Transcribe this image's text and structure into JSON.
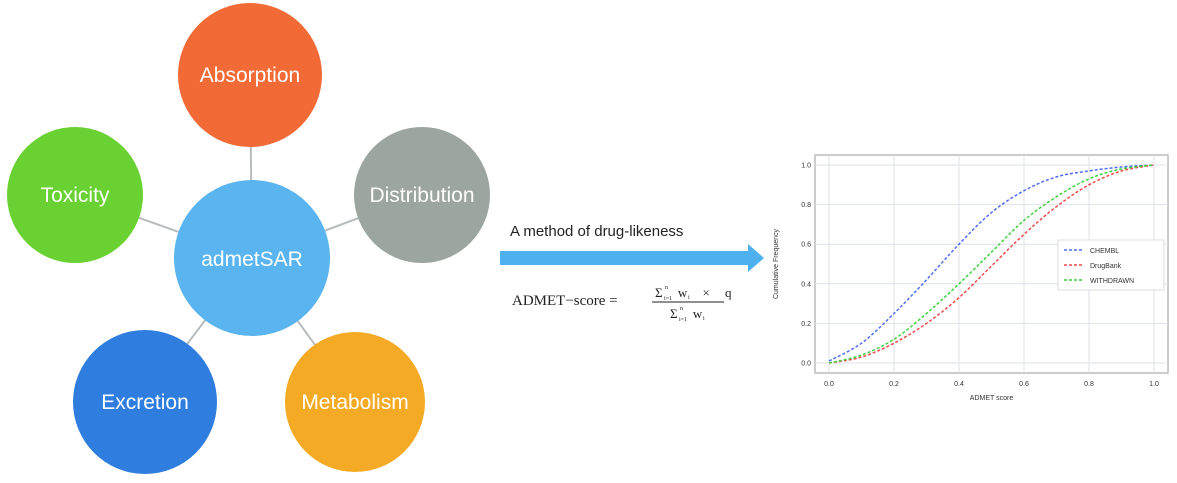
{
  "nodes": {
    "center": {
      "label": "admetSAR",
      "color": "#5ab4ef"
    },
    "absorption": {
      "label": "Absorption",
      "color": "#f26a36"
    },
    "distribution": {
      "label": "Distribution",
      "color": "#9ca59f"
    },
    "toxicity": {
      "label": "Toxicity",
      "color": "#69d132"
    },
    "excretion": {
      "label": "Excretion",
      "color": "#2f7ddf"
    },
    "metabolism": {
      "label": "Metabolism",
      "color": "#f5aa25"
    }
  },
  "method_label": "A method of drug-likeness",
  "formula": {
    "lhs": "ADMET−score =",
    "numerator": "Σ w × q",
    "denominator": "Σ w",
    "sub": "i=1",
    "sup": "n",
    "wi": "i"
  },
  "arrow_color": "#4fb0f0",
  "chart_data": {
    "type": "line",
    "title": "",
    "xlabel": "ADMET score",
    "ylabel": "Cumulative Frequency",
    "xlim": [
      0,
      1
    ],
    "ylim": [
      0,
      1
    ],
    "xticks": [
      "0.0",
      "0.2",
      "0.4",
      "0.6",
      "0.8",
      "1.0"
    ],
    "yticks": [
      "0.0",
      "0.2",
      "0.4",
      "0.6",
      "0.8",
      "1.0"
    ],
    "grid": true,
    "legend_position": "center-right",
    "x": [
      0,
      0.1,
      0.2,
      0.3,
      0.4,
      0.5,
      0.6,
      0.7,
      0.8,
      0.9,
      1.0
    ],
    "series": [
      {
        "name": "CHEMBL",
        "color": "#4f6cf0",
        "values": [
          0.01,
          0.1,
          0.25,
          0.42,
          0.6,
          0.76,
          0.87,
          0.94,
          0.97,
          0.99,
          1.0
        ]
      },
      {
        "name": "DrugBank",
        "color": "#f04a4a",
        "values": [
          0.0,
          0.03,
          0.1,
          0.2,
          0.33,
          0.49,
          0.65,
          0.79,
          0.9,
          0.97,
          1.0
        ]
      },
      {
        "name": "WITHDRAWN",
        "color": "#3fd23f",
        "values": [
          0.0,
          0.04,
          0.12,
          0.25,
          0.4,
          0.56,
          0.72,
          0.84,
          0.93,
          0.98,
          1.0
        ]
      }
    ]
  }
}
